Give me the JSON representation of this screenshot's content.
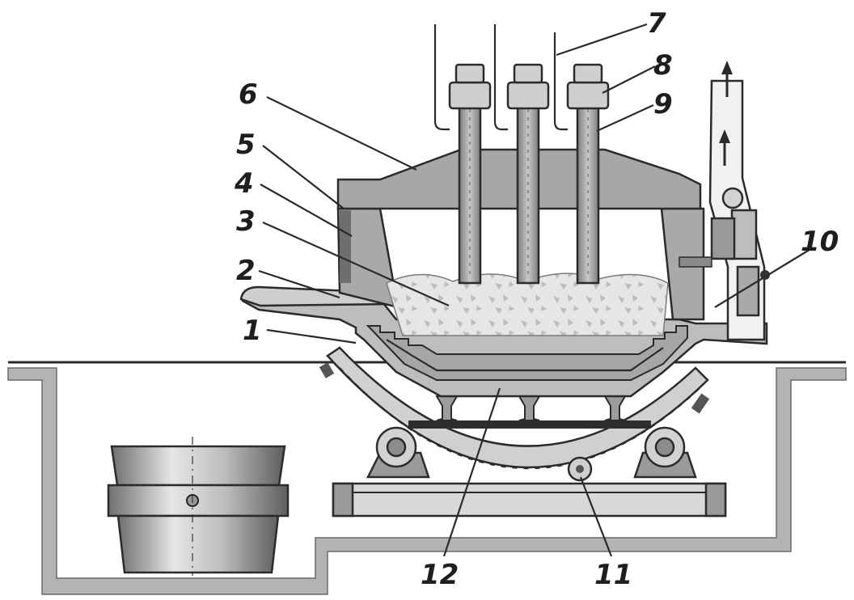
{
  "diagram": {
    "labels": [
      {
        "id": "1",
        "text": "1"
      },
      {
        "id": "2",
        "text": "2"
      },
      {
        "id": "3",
        "text": "3"
      },
      {
        "id": "4",
        "text": "4"
      },
      {
        "id": "5",
        "text": "5"
      },
      {
        "id": "6",
        "text": "6"
      },
      {
        "id": "7",
        "text": "7"
      },
      {
        "id": "8",
        "text": "8"
      },
      {
        "id": "9",
        "text": "9"
      },
      {
        "id": "10",
        "text": "10"
      },
      {
        "id": "11",
        "text": "11"
      },
      {
        "id": "12",
        "text": "12"
      }
    ],
    "colors": {
      "refractory": "#a8a8a8",
      "steel": "#cfcfcf",
      "pit": "#b3b3b3",
      "outline": "#2b2b2b",
      "charge": "#e4e4e4"
    }
  }
}
